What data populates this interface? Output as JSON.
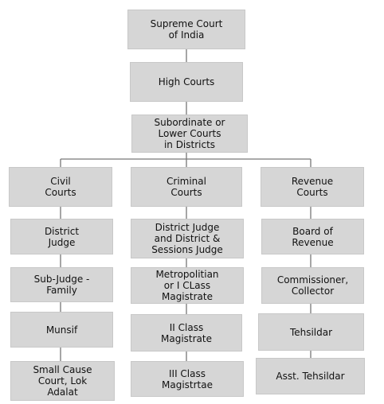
{
  "top": {
    "supreme": "Supreme Court\nof India",
    "high": "High Courts",
    "subordinate": "Subordinate or\nLower Courts\nin Districts"
  },
  "civil": {
    "head": "Civil\nCourts",
    "items": [
      "District\nJudge",
      "Sub-Judge -\nFamily",
      "Munsif",
      "Small Cause\nCourt, Lok\nAdalat"
    ]
  },
  "criminal": {
    "head": "Criminal\nCourts",
    "items": [
      "District Judge\nand District &\nSessions Judge",
      "Metropolitian\nor I CLass\nMagistrate",
      "II Class\nMagistrate",
      "III Class\nMagistrtae"
    ]
  },
  "revenue": {
    "head": "Revenue\nCourts",
    "items": [
      "Board of\nRevenue",
      "Commissioner,\nCollector",
      "Tehsildar",
      "Asst. Tehsildar"
    ]
  },
  "colors": {
    "box": "#d6d6d6",
    "line": "#777777",
    "text": "#111111"
  }
}
